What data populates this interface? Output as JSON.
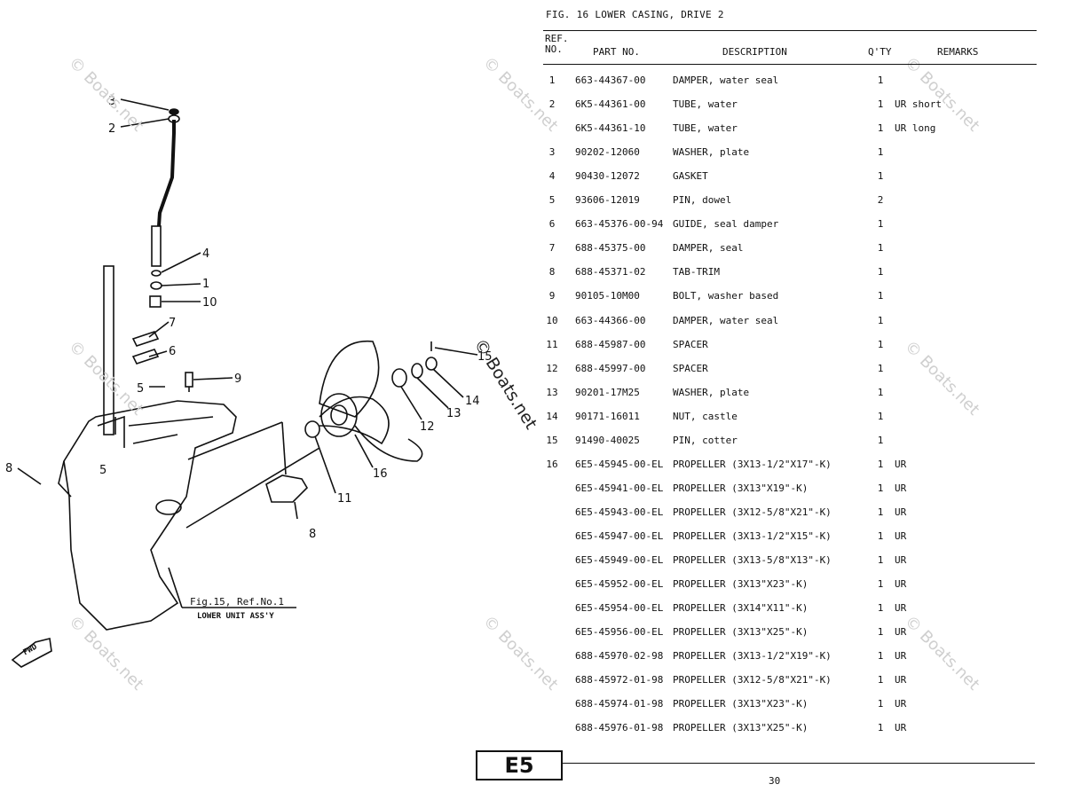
{
  "figure_title": "FIG. 16  LOWER CASING, DRIVE 2",
  "headers": {
    "ref": "REF.\nNO.",
    "part": "PART NO.",
    "desc": "DESCRIPTION",
    "qty": "Q'TY",
    "remarks": "REMARKS"
  },
  "rows": [
    {
      "ref": "1",
      "part": "663-44367-00",
      "desc": "DAMPER, water seal",
      "qty": "1",
      "rem": ""
    },
    {
      "ref": "2",
      "part": "6K5-44361-00",
      "desc": "TUBE, water",
      "qty": "1",
      "rem": "UR short"
    },
    {
      "ref": "",
      "part": "6K5-44361-10",
      "desc": "TUBE, water",
      "qty": "1",
      "rem": "UR long"
    },
    {
      "ref": "3",
      "part": "90202-12060",
      "desc": "WASHER, plate",
      "qty": "1",
      "rem": ""
    },
    {
      "ref": "4",
      "part": "90430-12072",
      "desc": "GASKET",
      "qty": "1",
      "rem": ""
    },
    {
      "ref": "5",
      "part": "93606-12019",
      "desc": "PIN, dowel",
      "qty": "2",
      "rem": ""
    },
    {
      "ref": "6",
      "part": "663-45376-00-94",
      "desc": "GUIDE, seal damper",
      "qty": "1",
      "rem": ""
    },
    {
      "ref": "7",
      "part": "688-45375-00",
      "desc": "DAMPER, seal",
      "qty": "1",
      "rem": ""
    },
    {
      "ref": "8",
      "part": "688-45371-02",
      "desc": "TAB-TRIM",
      "qty": "1",
      "rem": ""
    },
    {
      "ref": "9",
      "part": "90105-10M00",
      "desc": "BOLT, washer based",
      "qty": "1",
      "rem": ""
    },
    {
      "ref": "10",
      "part": "663-44366-00",
      "desc": "DAMPER, water seal",
      "qty": "1",
      "rem": ""
    },
    {
      "ref": "11",
      "part": "688-45987-00",
      "desc": "SPACER",
      "qty": "1",
      "rem": ""
    },
    {
      "ref": "12",
      "part": "688-45997-00",
      "desc": "SPACER",
      "qty": "1",
      "rem": ""
    },
    {
      "ref": "13",
      "part": "90201-17M25",
      "desc": "WASHER, plate",
      "qty": "1",
      "rem": ""
    },
    {
      "ref": "14",
      "part": "90171-16011",
      "desc": "NUT, castle",
      "qty": "1",
      "rem": ""
    },
    {
      "ref": "15",
      "part": "91490-40025",
      "desc": "PIN, cotter",
      "qty": "1",
      "rem": ""
    },
    {
      "ref": "16",
      "part": "6E5-45945-00-EL",
      "desc": "PROPELLER (3X13-1/2\"X17\"-K)",
      "qty": "1",
      "rem": "UR"
    },
    {
      "ref": "",
      "part": "6E5-45941-00-EL",
      "desc": "PROPELLER (3X13\"X19\"-K)",
      "qty": "1",
      "rem": "UR"
    },
    {
      "ref": "",
      "part": "6E5-45943-00-EL",
      "desc": "PROPELLER (3X12-5/8\"X21\"-K)",
      "qty": "1",
      "rem": "UR"
    },
    {
      "ref": "",
      "part": "6E5-45947-00-EL",
      "desc": "PROPELLER (3X13-1/2\"X15\"-K)",
      "qty": "1",
      "rem": "UR"
    },
    {
      "ref": "",
      "part": "6E5-45949-00-EL",
      "desc": "PROPELLER (3X13-5/8\"X13\"-K)",
      "qty": "1",
      "rem": "UR"
    },
    {
      "ref": "",
      "part": "6E5-45952-00-EL",
      "desc": "PROPELLER (3X13\"X23\"-K)",
      "qty": "1",
      "rem": "UR"
    },
    {
      "ref": "",
      "part": "6E5-45954-00-EL",
      "desc": "PROPELLER (3X14\"X11\"-K)",
      "qty": "1",
      "rem": "UR"
    },
    {
      "ref": "",
      "part": "6E5-45956-00-EL",
      "desc": "PROPELLER (3X13\"X25\"-K)",
      "qty": "1",
      "rem": "UR"
    },
    {
      "ref": "",
      "part": "688-45970-02-98",
      "desc": "PROPELLER (3X13-1/2\"X19\"-K)",
      "qty": "1",
      "rem": "UR"
    },
    {
      "ref": "",
      "part": "688-45972-01-98",
      "desc": "PROPELLER (3X12-5/8\"X21\"-K)",
      "qty": "1",
      "rem": "UR"
    },
    {
      "ref": "",
      "part": "688-45974-01-98",
      "desc": "PROPELLER (3X13\"X23\"-K)",
      "qty": "1",
      "rem": "UR"
    },
    {
      "ref": "",
      "part": "688-45976-01-98",
      "desc": "PROPELLER (3X13\"X25\"-K)",
      "qty": "1",
      "rem": "UR"
    }
  ],
  "diagram": {
    "callouts": [
      "3",
      "2",
      "4",
      "1",
      "10",
      "7",
      "6",
      "9",
      "5",
      "8",
      "5",
      "15",
      "12",
      "13",
      "14",
      "11",
      "16",
      "8"
    ],
    "note_ref": "Fig.15, Ref.No.1",
    "note_name": "LOWER UNIT ASS'Y",
    "fwd_label": "FWD"
  },
  "watermark": "© Boats.net",
  "page_code": "E5",
  "page_number": "30"
}
